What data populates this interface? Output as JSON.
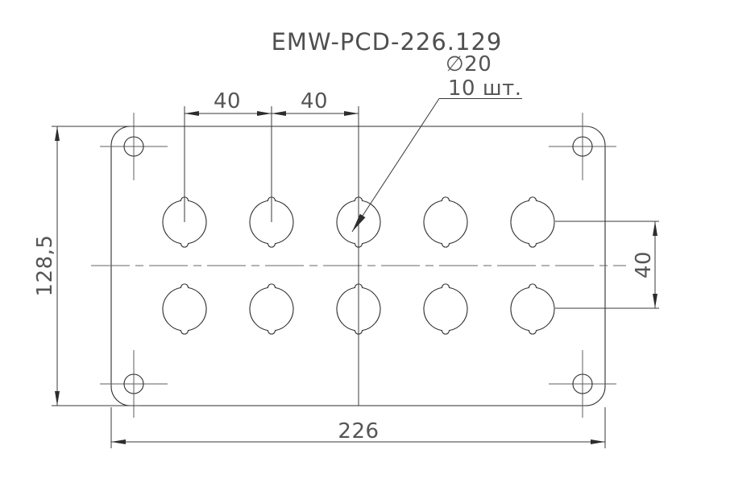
{
  "drawing": {
    "title": "EMW-PCD-226.129",
    "callout": {
      "diameter": "∅20",
      "quantity": "10 шт."
    },
    "dimensions": {
      "top_pitch_left": "40",
      "top_pitch_right": "40",
      "overall_height": "128,5",
      "overall_width": "226",
      "row_pitch": "40"
    },
    "holes": {
      "panel_hole_count": 10,
      "rows": 2,
      "columns": 5,
      "corner_hole_count": 4
    },
    "colors": {
      "background": "#ffffff",
      "line": "#2d2d2d",
      "dim_line": "#3a3a3a",
      "centerline": "#666666",
      "text": "#555555"
    }
  }
}
